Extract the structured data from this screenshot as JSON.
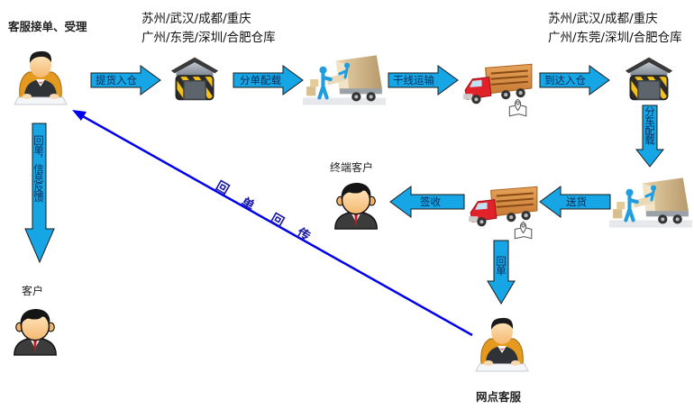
{
  "title": "物流业务流程图",
  "nodes": {
    "cs_accept": {
      "label": "客服接单、受理",
      "icon": "customer-service-agent-icon"
    },
    "warehouse_origin": {
      "cities_line1": "苏州/武汉/成都/重庆",
      "cities_line2": "广州/东莞/深圳/合肥仓库",
      "icon": "warehouse-icon"
    },
    "loading": {
      "icon": "loading-truck-icon"
    },
    "transport_truck": {
      "icon": "cargo-truck-icon"
    },
    "warehouse_dest": {
      "cities_line1": "苏州/武汉/成都/重庆",
      "cities_line2": "广州/东莞/深圳/合肥仓库",
      "icon": "warehouse-icon"
    },
    "unloading": {
      "icon": "loading-truck-icon"
    },
    "delivery_truck": {
      "icon": "cargo-truck-icon"
    },
    "end_customer": {
      "label": "终端客户",
      "icon": "customer-icon"
    },
    "branch_cs": {
      "label": "网点客服",
      "icon": "customer-service-agent-icon"
    },
    "customer": {
      "label": "客户",
      "icon": "customer-icon"
    }
  },
  "arrows": {
    "pickup": "提货入仓",
    "sorting": "分单配载",
    "trunk": "干线运输",
    "arrive": "到达入仓",
    "vehicle_load": "分车配载",
    "deliver": "送货",
    "sign": "签收",
    "receipt": "回单",
    "feedback": "回单，信息反馈"
  },
  "return_line": {
    "label": [
      "回",
      "单",
      "回",
      "传"
    ],
    "color": "#0000ee"
  },
  "colors": {
    "arrow_fill": "#16a6e6",
    "arrow_stroke": "#1a1a1a",
    "return_line": "#0000ee"
  }
}
